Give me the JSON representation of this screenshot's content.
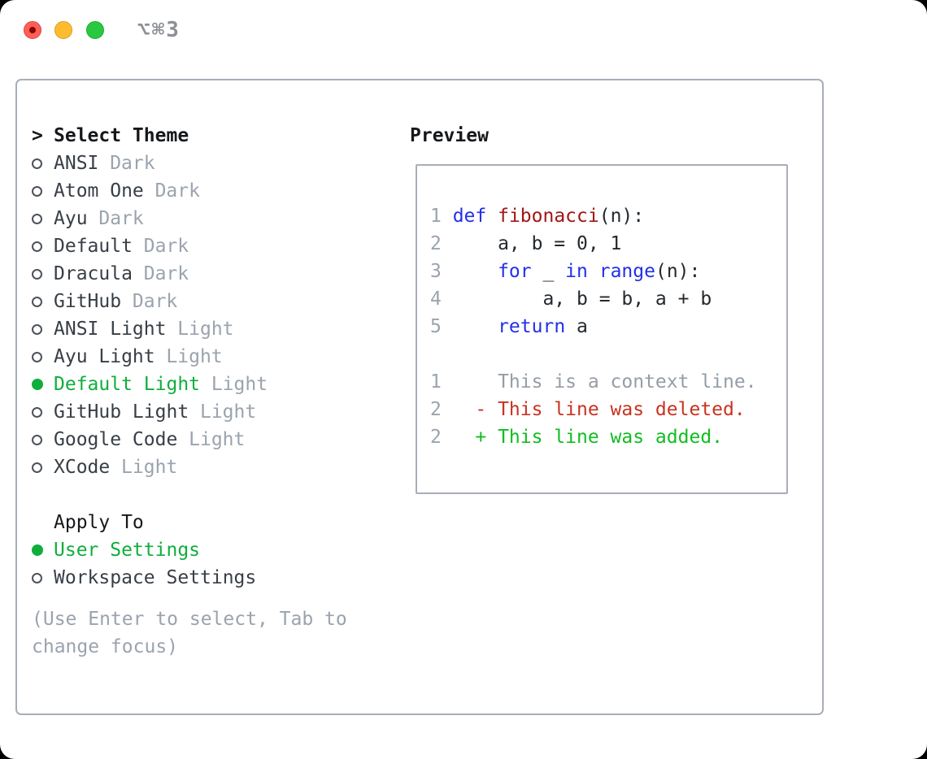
{
  "titlebar": {
    "shortcut": "⌥⌘3"
  },
  "theme_panel": {
    "header": {
      "prompt": ">",
      "title": "Select Theme"
    },
    "themes": [
      {
        "name": "ANSI",
        "variant": "Dark",
        "selected": false
      },
      {
        "name": "Atom One",
        "variant": "Dark",
        "selected": false
      },
      {
        "name": "Ayu",
        "variant": "Dark",
        "selected": false
      },
      {
        "name": "Default",
        "variant": "Dark",
        "selected": false
      },
      {
        "name": "Dracula",
        "variant": "Dark",
        "selected": false
      },
      {
        "name": "GitHub",
        "variant": "Dark",
        "selected": false
      },
      {
        "name": "ANSI Light",
        "variant": "Light",
        "selected": false
      },
      {
        "name": "Ayu Light",
        "variant": "Light",
        "selected": false
      },
      {
        "name": "Default Light",
        "variant": "Light",
        "selected": true
      },
      {
        "name": "GitHub Light",
        "variant": "Light",
        "selected": false
      },
      {
        "name": "Google Code",
        "variant": "Light",
        "selected": false
      },
      {
        "name": "XCode",
        "variant": "Light",
        "selected": false
      }
    ],
    "apply_to": {
      "title": "Apply To",
      "options": [
        {
          "label": "User Settings",
          "selected": true
        },
        {
          "label": "Workspace Settings",
          "selected": false
        }
      ]
    },
    "hint": "(Use Enter to select, Tab to change focus)"
  },
  "preview": {
    "title": "Preview",
    "lines": [
      {
        "num": "1",
        "tokens": [
          [
            "kw",
            "def"
          ],
          [
            "pl",
            " "
          ],
          [
            "fn",
            "fibonacci"
          ],
          [
            "pl",
            "(n):"
          ]
        ]
      },
      {
        "num": "2",
        "tokens": [
          [
            "pl",
            "    a, b = 0, 1"
          ]
        ]
      },
      {
        "num": "3",
        "tokens": [
          [
            "pl",
            "    "
          ],
          [
            "kw",
            "for"
          ],
          [
            "pl",
            " _ "
          ],
          [
            "kw",
            "in"
          ],
          [
            "pl",
            " "
          ],
          [
            "kw",
            "range"
          ],
          [
            "pl",
            "(n):"
          ]
        ]
      },
      {
        "num": "4",
        "tokens": [
          [
            "pl",
            "        a, b = b, a + b"
          ]
        ]
      },
      {
        "num": "5",
        "tokens": [
          [
            "pl",
            "    "
          ],
          [
            "kw",
            "return"
          ],
          [
            "pl",
            " a"
          ]
        ]
      },
      {
        "num": "",
        "tokens": []
      },
      {
        "num": "1",
        "tokens": [
          [
            "ctx",
            "    This is a context line."
          ]
        ]
      },
      {
        "num": "2",
        "tokens": [
          [
            "del",
            "  - This line was deleted."
          ]
        ]
      },
      {
        "num": "2",
        "tokens": [
          [
            "add",
            "  + This line was added."
          ]
        ]
      }
    ]
  },
  "colors": {
    "accent_green": "#0fae3c",
    "keyword_blue": "#2230e8",
    "function_red": "#a31515",
    "diff_red": "#c8331f",
    "diff_green": "#11bd21",
    "muted_gray": "#9aa3ae"
  }
}
